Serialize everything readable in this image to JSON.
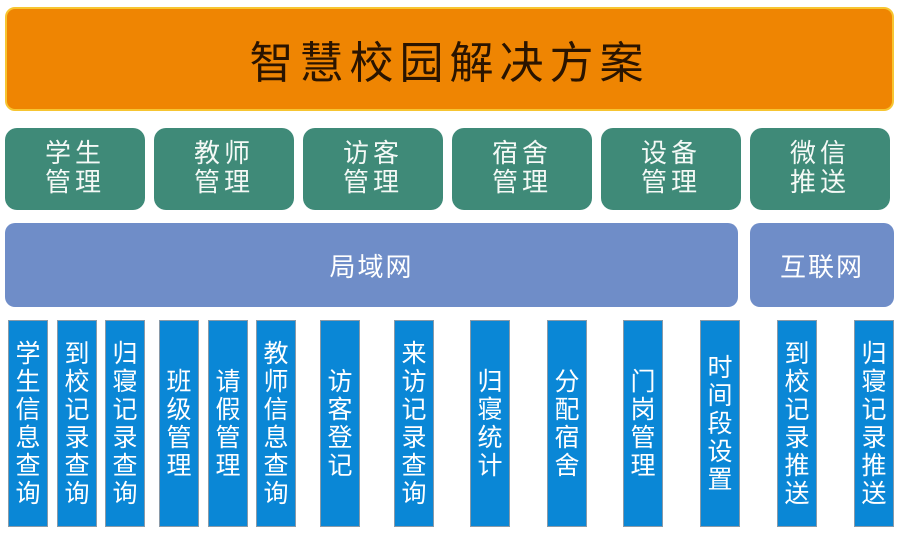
{
  "title": "智慧校园解决方案",
  "colors": {
    "title_bg": "#ef8502",
    "title_border": "#f7c531",
    "module_bg": "#3f8a78",
    "network_bg": "#6f8dc8",
    "function_bg": "#0a87d6"
  },
  "modules": [
    {
      "line1": "学生",
      "line2": "管理"
    },
    {
      "line1": "教师",
      "line2": "管理"
    },
    {
      "line1": "访客",
      "line2": "管理"
    },
    {
      "line1": "宿舍",
      "line2": "管理"
    },
    {
      "line1": "设备",
      "line2": "管理"
    },
    {
      "line1": "微信",
      "line2": "推送"
    }
  ],
  "networks": {
    "lan": "局域网",
    "internet": "互联网"
  },
  "functions": [
    {
      "label": "学生信息查询"
    },
    {
      "label": "到校记录查询"
    },
    {
      "label": "归寝记录查询"
    },
    {
      "label": "班级管理"
    },
    {
      "label": "请假管理"
    },
    {
      "label": "教师信息查询"
    },
    {
      "label": "访客登记"
    },
    {
      "label": "来访记录查询"
    },
    {
      "label": "归寝统计"
    },
    {
      "label": "分配宿舍"
    },
    {
      "label": "门岗管理"
    },
    {
      "label": "时间段设置"
    },
    {
      "label": "到校记录推送"
    },
    {
      "label": "归寝记录推送"
    }
  ]
}
